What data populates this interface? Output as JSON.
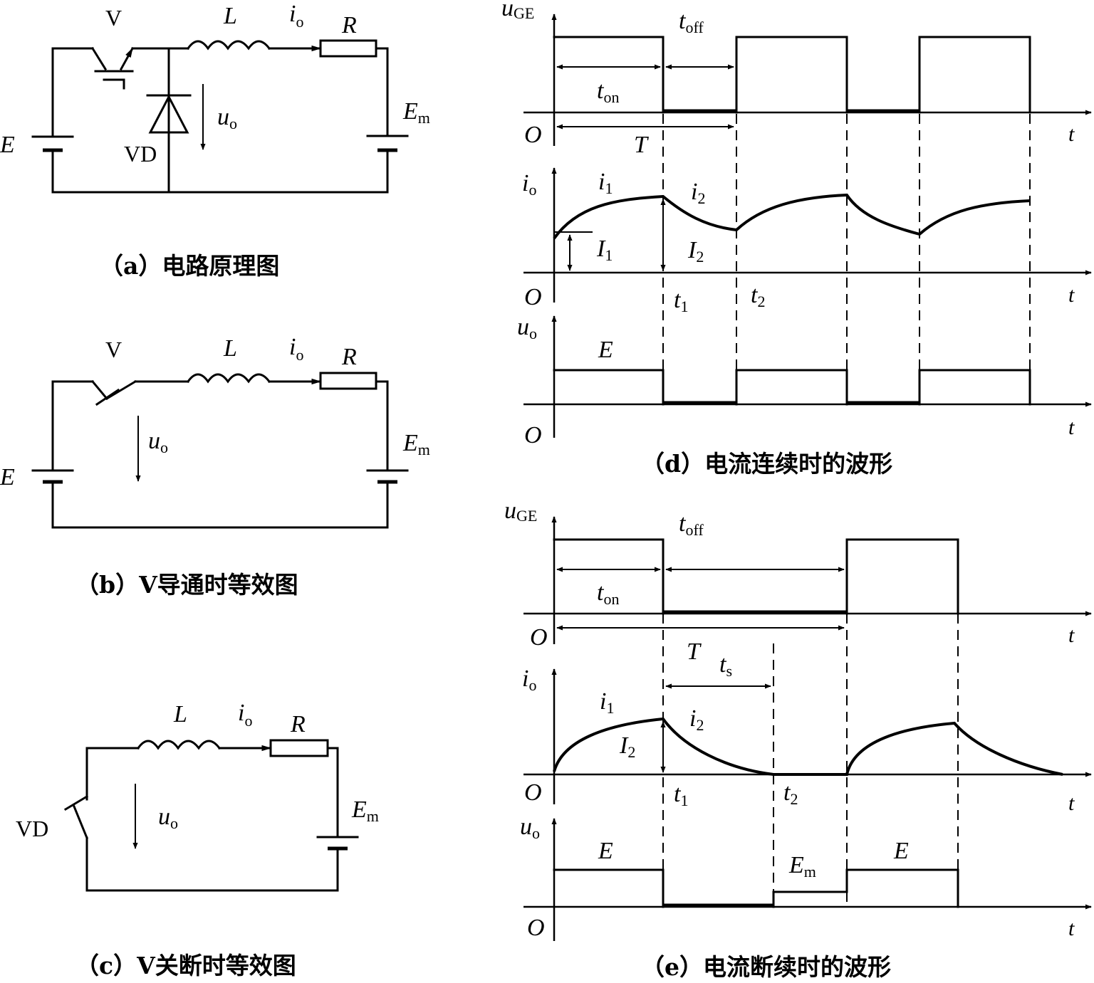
{
  "captions": {
    "a": "（a）电路原理图",
    "b": "（b）V导通时等效图",
    "c": "（c）V关断时等效图",
    "d": "（d）电流连续时的波形",
    "e": "（e）电流断续时的波形"
  },
  "components": {
    "switch": "V",
    "diode": "VD",
    "inductor": "L",
    "resistor": "R",
    "source": "E",
    "emf": "E",
    "emf_sub": "m"
  },
  "labels": {
    "u": "u",
    "u_sub_o": "o",
    "u_sub_ge": "GE",
    "i": "i",
    "i_sub_o": "o",
    "i_sub_1": "1",
    "i_sub_2": "2",
    "I": "I",
    "t": "t",
    "t_sub_on": "on",
    "t_sub_off": "off",
    "t_sub_1": "1",
    "t_sub_2": "2",
    "t_sub_s": "s",
    "T": "T",
    "O": "O",
    "E": "E",
    "m": "m"
  }
}
